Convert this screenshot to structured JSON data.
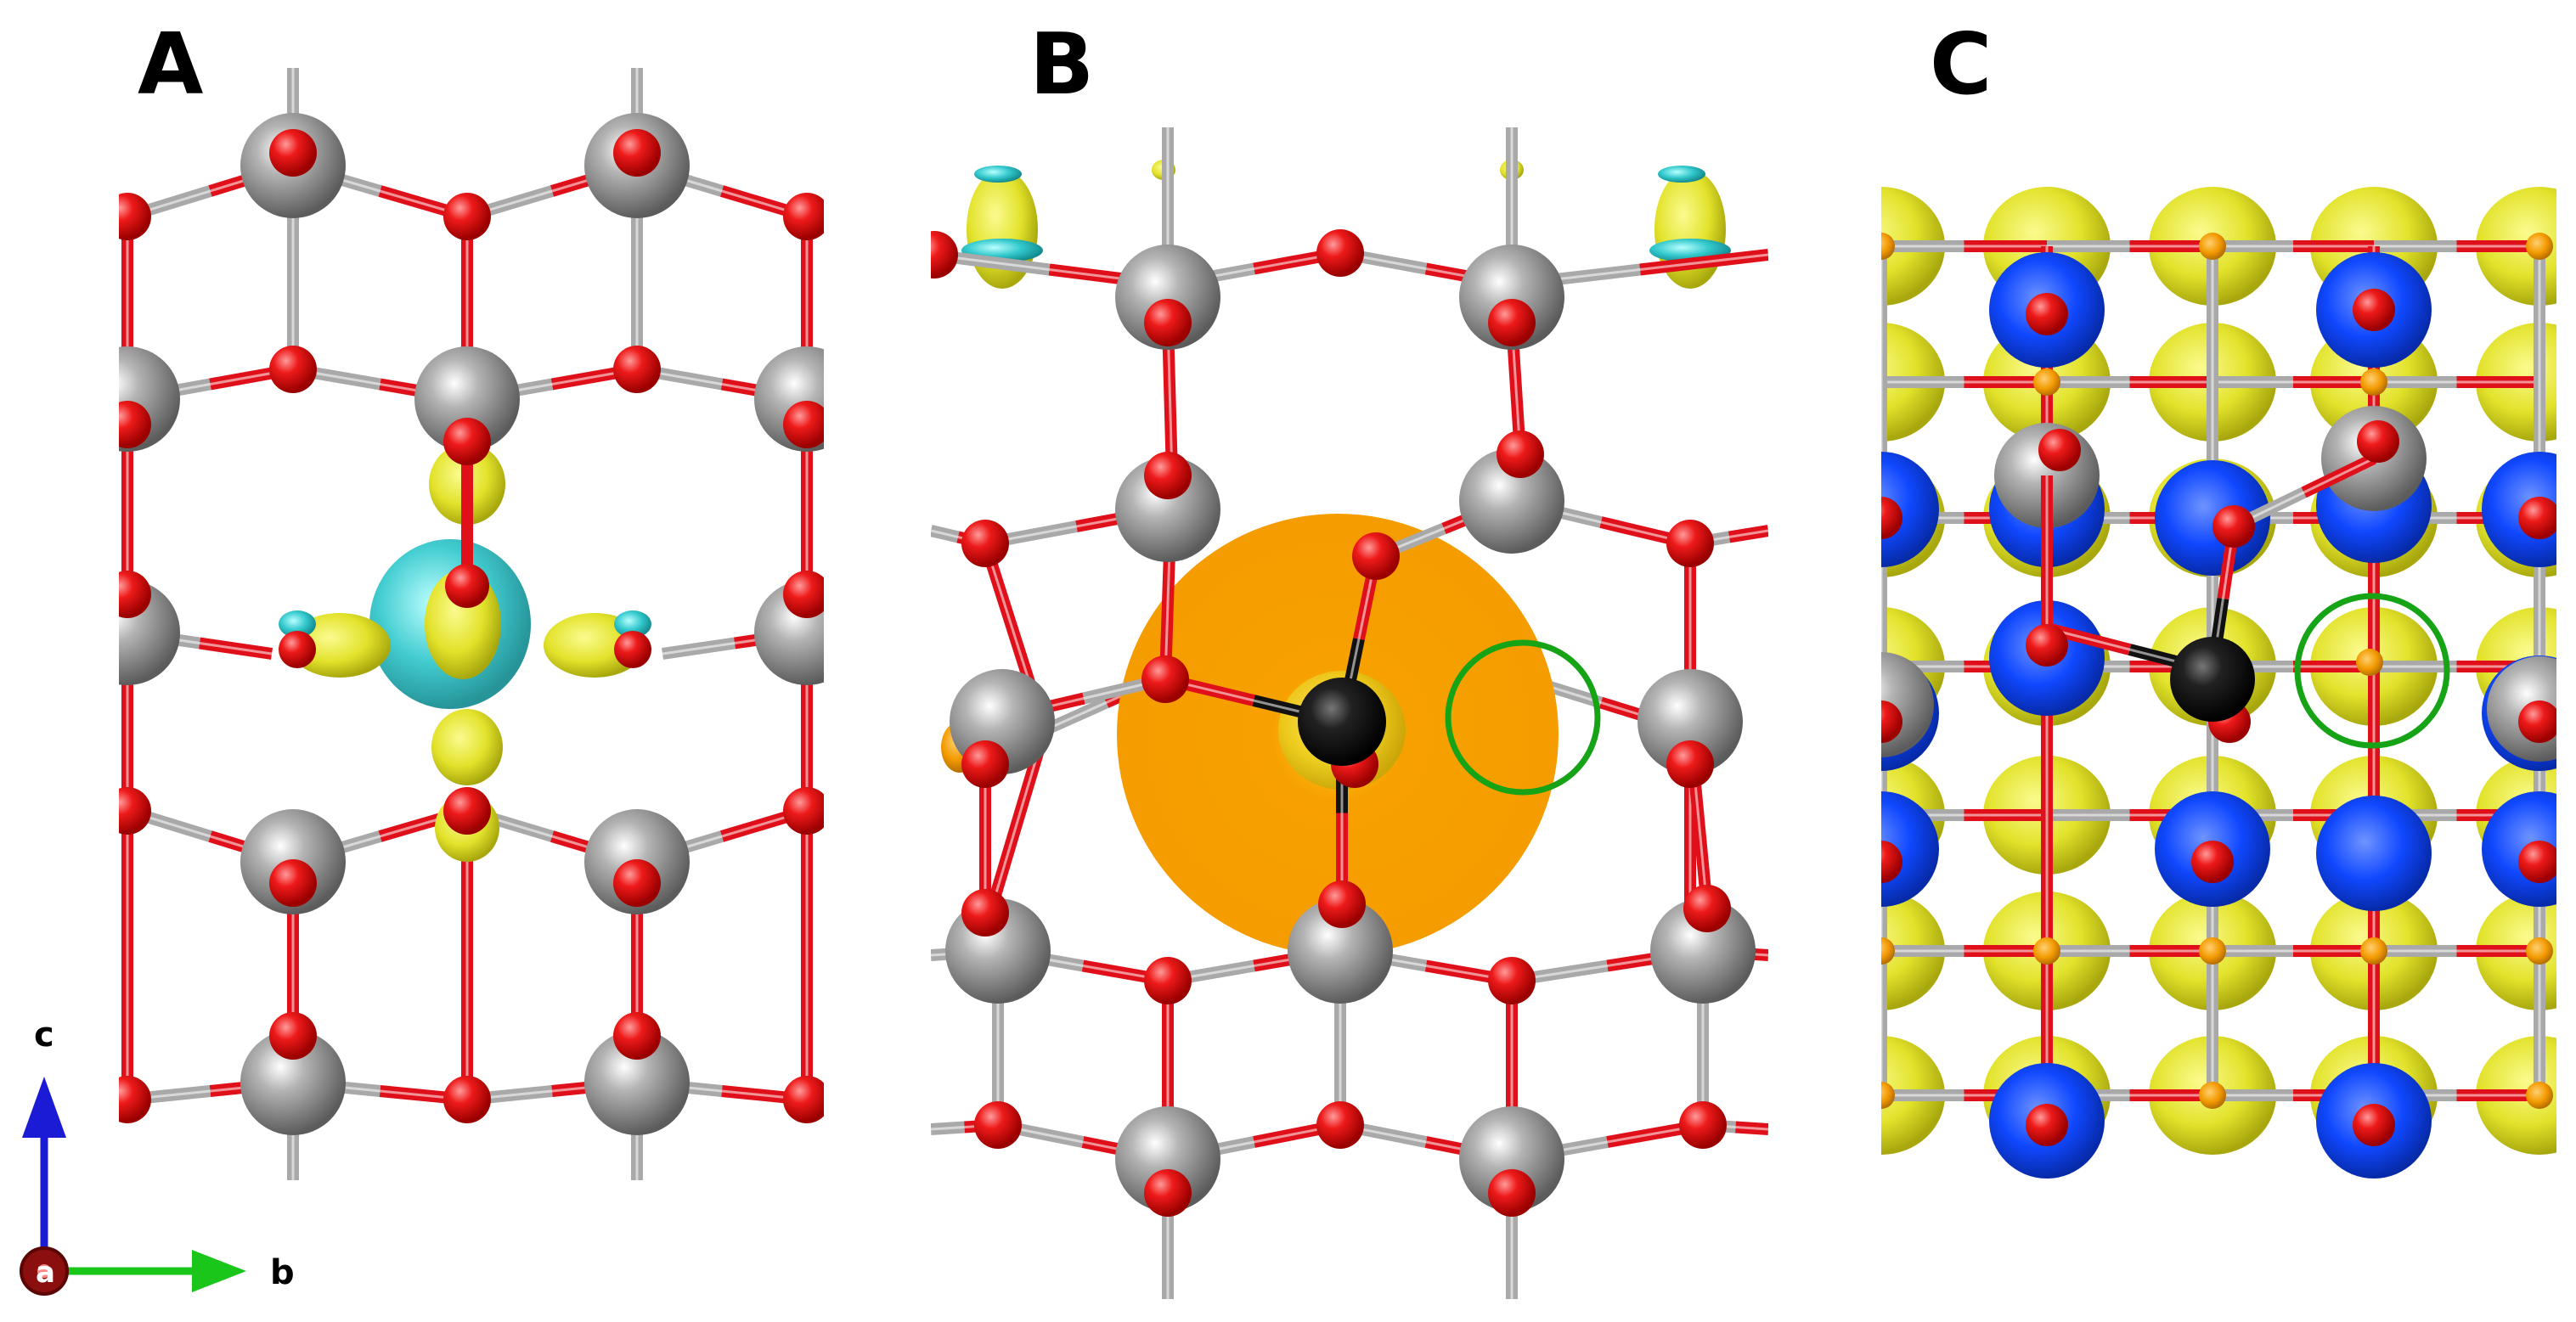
{
  "figure": {
    "panels": [
      {
        "id": "A",
        "label": "A"
      },
      {
        "id": "B",
        "label": "B"
      },
      {
        "id": "C",
        "label": "C"
      }
    ],
    "axes": {
      "c_label": "c",
      "b_label": "b",
      "a_label": "a"
    },
    "colors": {
      "metal_atom": "#8a8a8a",
      "oxygen_atom": "#e0101a",
      "dopant_atom": "#111111",
      "bond_grey": "#b0b0b0",
      "bond_red": "#e0101a",
      "isosurface_yellow": "#e6e62a",
      "isosurface_cyan": "#34c6c9",
      "isosurface_orange": "#f7a100",
      "isosurface_blue": "#1a53ff",
      "highlight_circle": "#16a316",
      "axis_c": "#1b1bd6",
      "axis_b": "#19c619",
      "axis_a": "#8b0f0f"
    }
  }
}
